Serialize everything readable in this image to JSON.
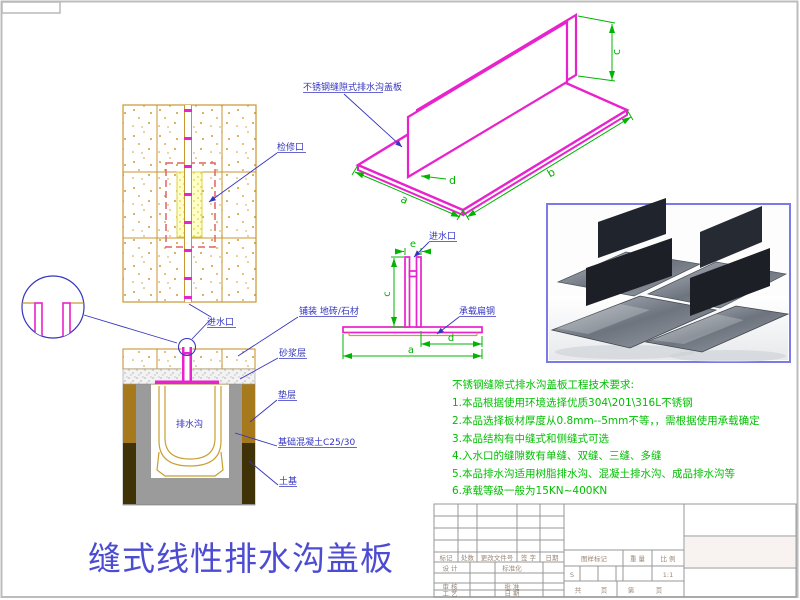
{
  "main_title": "缝式线性排水沟盖板",
  "labels": {
    "iso_title": "不锈钢缝隙式排水沟盖板",
    "inspection_port": "检修口",
    "inlet_plan": "进水口",
    "inlet_section": "进水口",
    "paving": "铺装 地砖/石材",
    "mortar_layer": "砂浆层",
    "cushion_layer": "垫层",
    "foundation_concrete": "基础混凝土C25/30",
    "subgrade": "土基",
    "drain_channel": "排水沟",
    "bearing_flat_steel": "承载扁钢"
  },
  "dims": {
    "a": "a",
    "b": "b",
    "c": "c",
    "d": "d",
    "e": "e"
  },
  "notes": {
    "title": "不锈钢缝隙式排水沟盖板工程技术要求:",
    "items": [
      "1.本品根据使用环境选择优质304\\201\\316L不锈钢",
      "2.本品选择板材厚度从0.8mm--5mm不等，，需根据使用承载确定",
      "3.本品结构有中缝式和侧缝式可选",
      "4.入水口的缝隙数有单缝、双缝、三缝、多缝",
      "5.本品排水沟适用树脂排水沟、混凝土排水沟、成品排水沟等",
      "6.承载等级一般为15KN~400KN"
    ]
  },
  "title_block": {
    "revision": {
      "mark": "标记",
      "count": "处数",
      "change_no": "更改文件号",
      "sign": "签 字",
      "date": "日期"
    },
    "sign_area": {
      "design": "设 计",
      "standardization": "标准化",
      "review": "审 核",
      "approve": "批 准",
      "craft": "工 艺",
      "date": "日 期"
    },
    "info": {
      "drawing_mark": "图样标记",
      "weight": "重 量",
      "scale": "比 例",
      "s": "S",
      "scale_value": "1:1",
      "total": "共",
      "page": "页",
      "no": "第",
      "page2": "页"
    }
  },
  "colors": {
    "magenta": "#e822cc",
    "tile_gold": "#c89632",
    "dim_green": "#00b400",
    "note_green": "#00bf00",
    "label_blue": "#3434c0",
    "title_violet": "#4c4cd2",
    "concrete_gray": "#9b9b9b",
    "cushion_brown": "#a5791c",
    "subgrade_brown": "#3f3206"
  }
}
